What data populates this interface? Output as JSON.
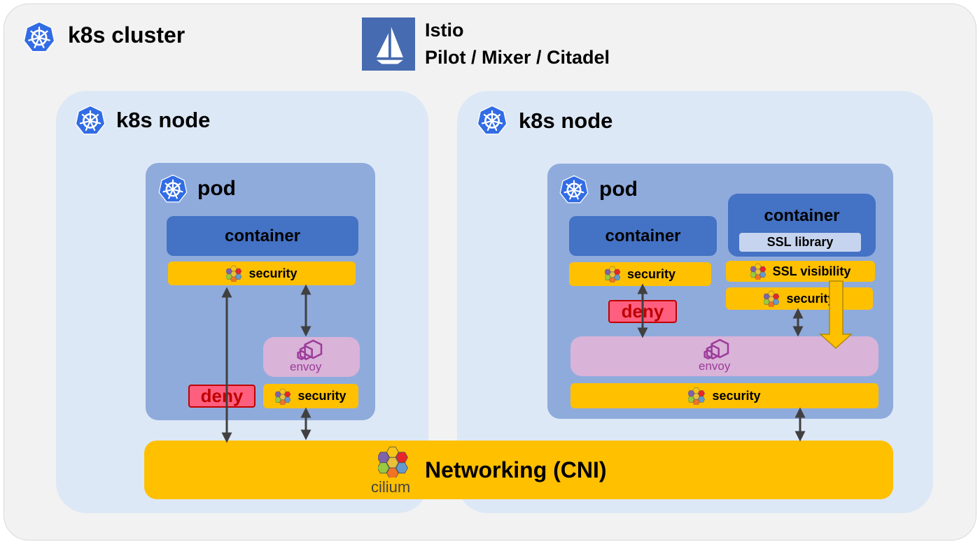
{
  "cluster": {
    "label": "k8s cluster"
  },
  "istio": {
    "line1": "Istio",
    "line2": "Pilot / Mixer / Citadel"
  },
  "nodes": [
    {
      "label": "k8s node",
      "pod": {
        "label": "pod",
        "container": "container",
        "security_top": "security",
        "envoy": "envoy",
        "security_bottom": "security",
        "deny": "deny"
      }
    },
    {
      "label": "k8s node",
      "pod": {
        "label": "pod",
        "container_left": "container",
        "security_left": "security",
        "deny": "deny",
        "container_right": "container",
        "ssl_library": "SSL library",
        "ssl_visibility": "SSL visibility",
        "security_right": "security",
        "envoy": "envoy",
        "security_bottom": "security"
      }
    }
  ],
  "networking": {
    "label": "Networking (CNI)",
    "brand": "cilium"
  },
  "colors": {
    "k8s": "#326ce5",
    "istio": "#466bb0",
    "security": "#ffc000",
    "deny": "#ff5f7e",
    "envoy": "#d9b3d8"
  }
}
